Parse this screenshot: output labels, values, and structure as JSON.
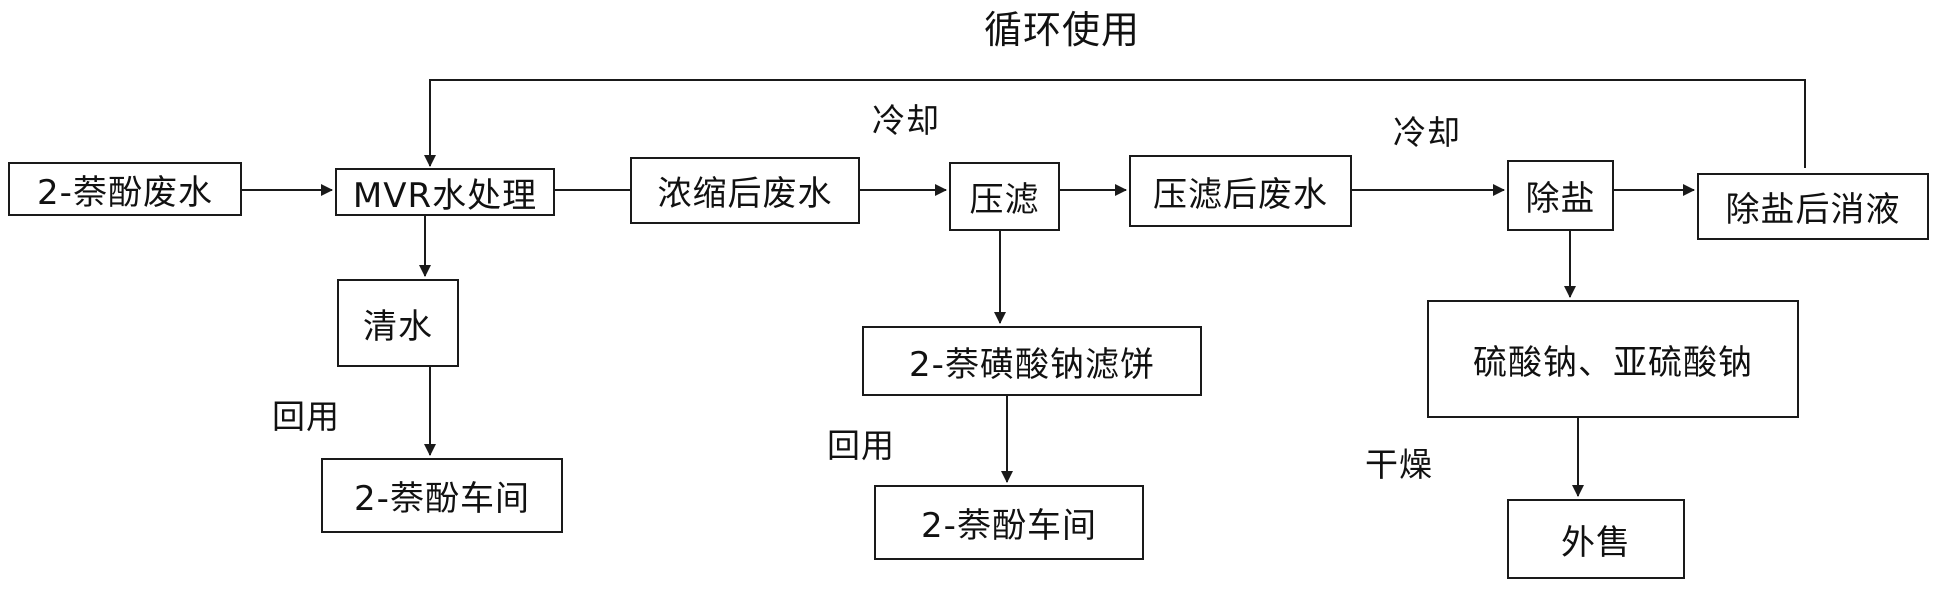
{
  "nodes": {
    "wastewater": "2-萘酚废水",
    "mvr": "MVR水处理",
    "concentrated": "浓缩后废水",
    "press_filter": "压滤",
    "filtrate": "压滤后废水",
    "desalt": "除盐",
    "desalted_liquor": "除盐后消液",
    "clean_water": "清水",
    "workshop_1": "2-萘酚车间",
    "filter_cake": "2-萘磺酸钠滤饼",
    "workshop_2": "2-萘酚车间",
    "sulfates": "硫酸钠、亚硫酸钠",
    "sale": "外售"
  },
  "labels": {
    "recycle": "循环使用",
    "cool_1": "冷却",
    "cool_2": "冷却",
    "reuse_1": "回用",
    "reuse_2": "回用",
    "dry": "干燥"
  },
  "colors": {
    "line": "#1a1a1a",
    "box_border": "#1a1a1a"
  }
}
